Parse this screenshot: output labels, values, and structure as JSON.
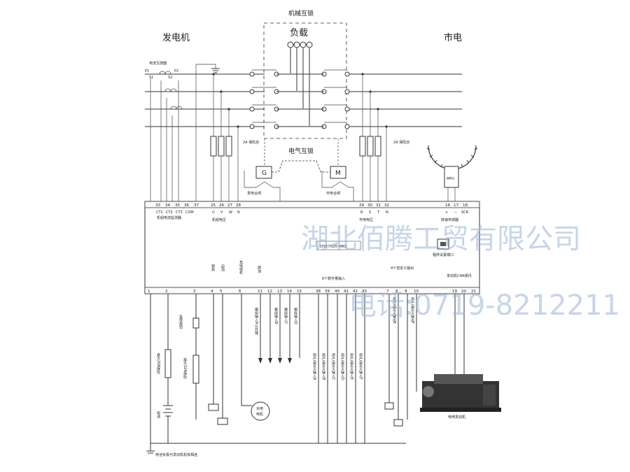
{
  "labels": {
    "genset": "发电机",
    "mains": "市电",
    "mech_interlock": "机械互锁",
    "load": "负载",
    "ct": "电流互感器",
    "elec_interlock": "电气互锁",
    "fuse_gen": "2A 保险丝",
    "fuse_mains": "2A 保险丝",
    "gen_close": "发电合闸",
    "mains_close": "市电合闸",
    "mpu": "MPU",
    "controller": "DSE7020 MKII",
    "gen_current_monitor": "机组电流监测器",
    "gen_voltage": "机组电压",
    "mains_voltage": "市电电压",
    "speed_sensor": "转速传感器",
    "program_port": "程序设置端口",
    "battery": "电池",
    "fuse_20a": "最大20A保险",
    "fuse_32a": "最大32A保险",
    "estop": "急停按钮",
    "preheat": "预热",
    "start": "启动",
    "fuel": "燃油",
    "charger": "充电电机",
    "analog_inputs": [
      "模拟输入A公共端",
      "模拟输入B",
      "模拟输入C",
      "模拟输入D"
    ],
    "digital_inputs_title": "6个数字量输入",
    "digital_inputs": [
      "用户自定义输入A",
      "用户自定义输入B",
      "用户自定义输入C",
      "用户自定义输入D",
      "用户自定义输入E",
      "用户自定义输入F"
    ],
    "outputs_title": "4个自定义输出",
    "outputs": [
      "电池正极",
      "用户自定义输出E",
      "用户自定义输出F"
    ],
    "engine_can": "发动机CAN通讯",
    "engine": "电喷发动机",
    "ground_note": "电池负极与发动机机体相连",
    "watermark_company": "湖北佰腾工贸有限公司",
    "watermark_phone": "电话:0719-8212211"
  },
  "terminals_top_left": [
    "33",
    "34",
    "35",
    "36",
    "37"
  ],
  "terminals_top_gv": [
    "25",
    "26",
    "27",
    "28"
  ],
  "terminals_top_mv": [
    "29",
    "30",
    "31",
    "32"
  ],
  "terminals_top_mpu": [
    "16",
    "17",
    "18"
  ],
  "terminals_bottom": [
    "1",
    "2",
    "3",
    "4",
    "5",
    "6",
    "11",
    "12",
    "13",
    "14",
    "15",
    "38",
    "39",
    "40",
    "41",
    "42",
    "43",
    "7",
    "8",
    "9",
    "10",
    "19",
    "20",
    "21"
  ],
  "ct_term_labels": [
    "CT1",
    "CT2",
    "CT3",
    "COM"
  ],
  "phase_labels_gen": [
    "U",
    "V",
    "W",
    "N"
  ],
  "phase_labels_mains": [
    "R",
    "S",
    "T",
    "N"
  ],
  "colors": {
    "line": "#333333",
    "watermark": "#9bb3d6"
  }
}
